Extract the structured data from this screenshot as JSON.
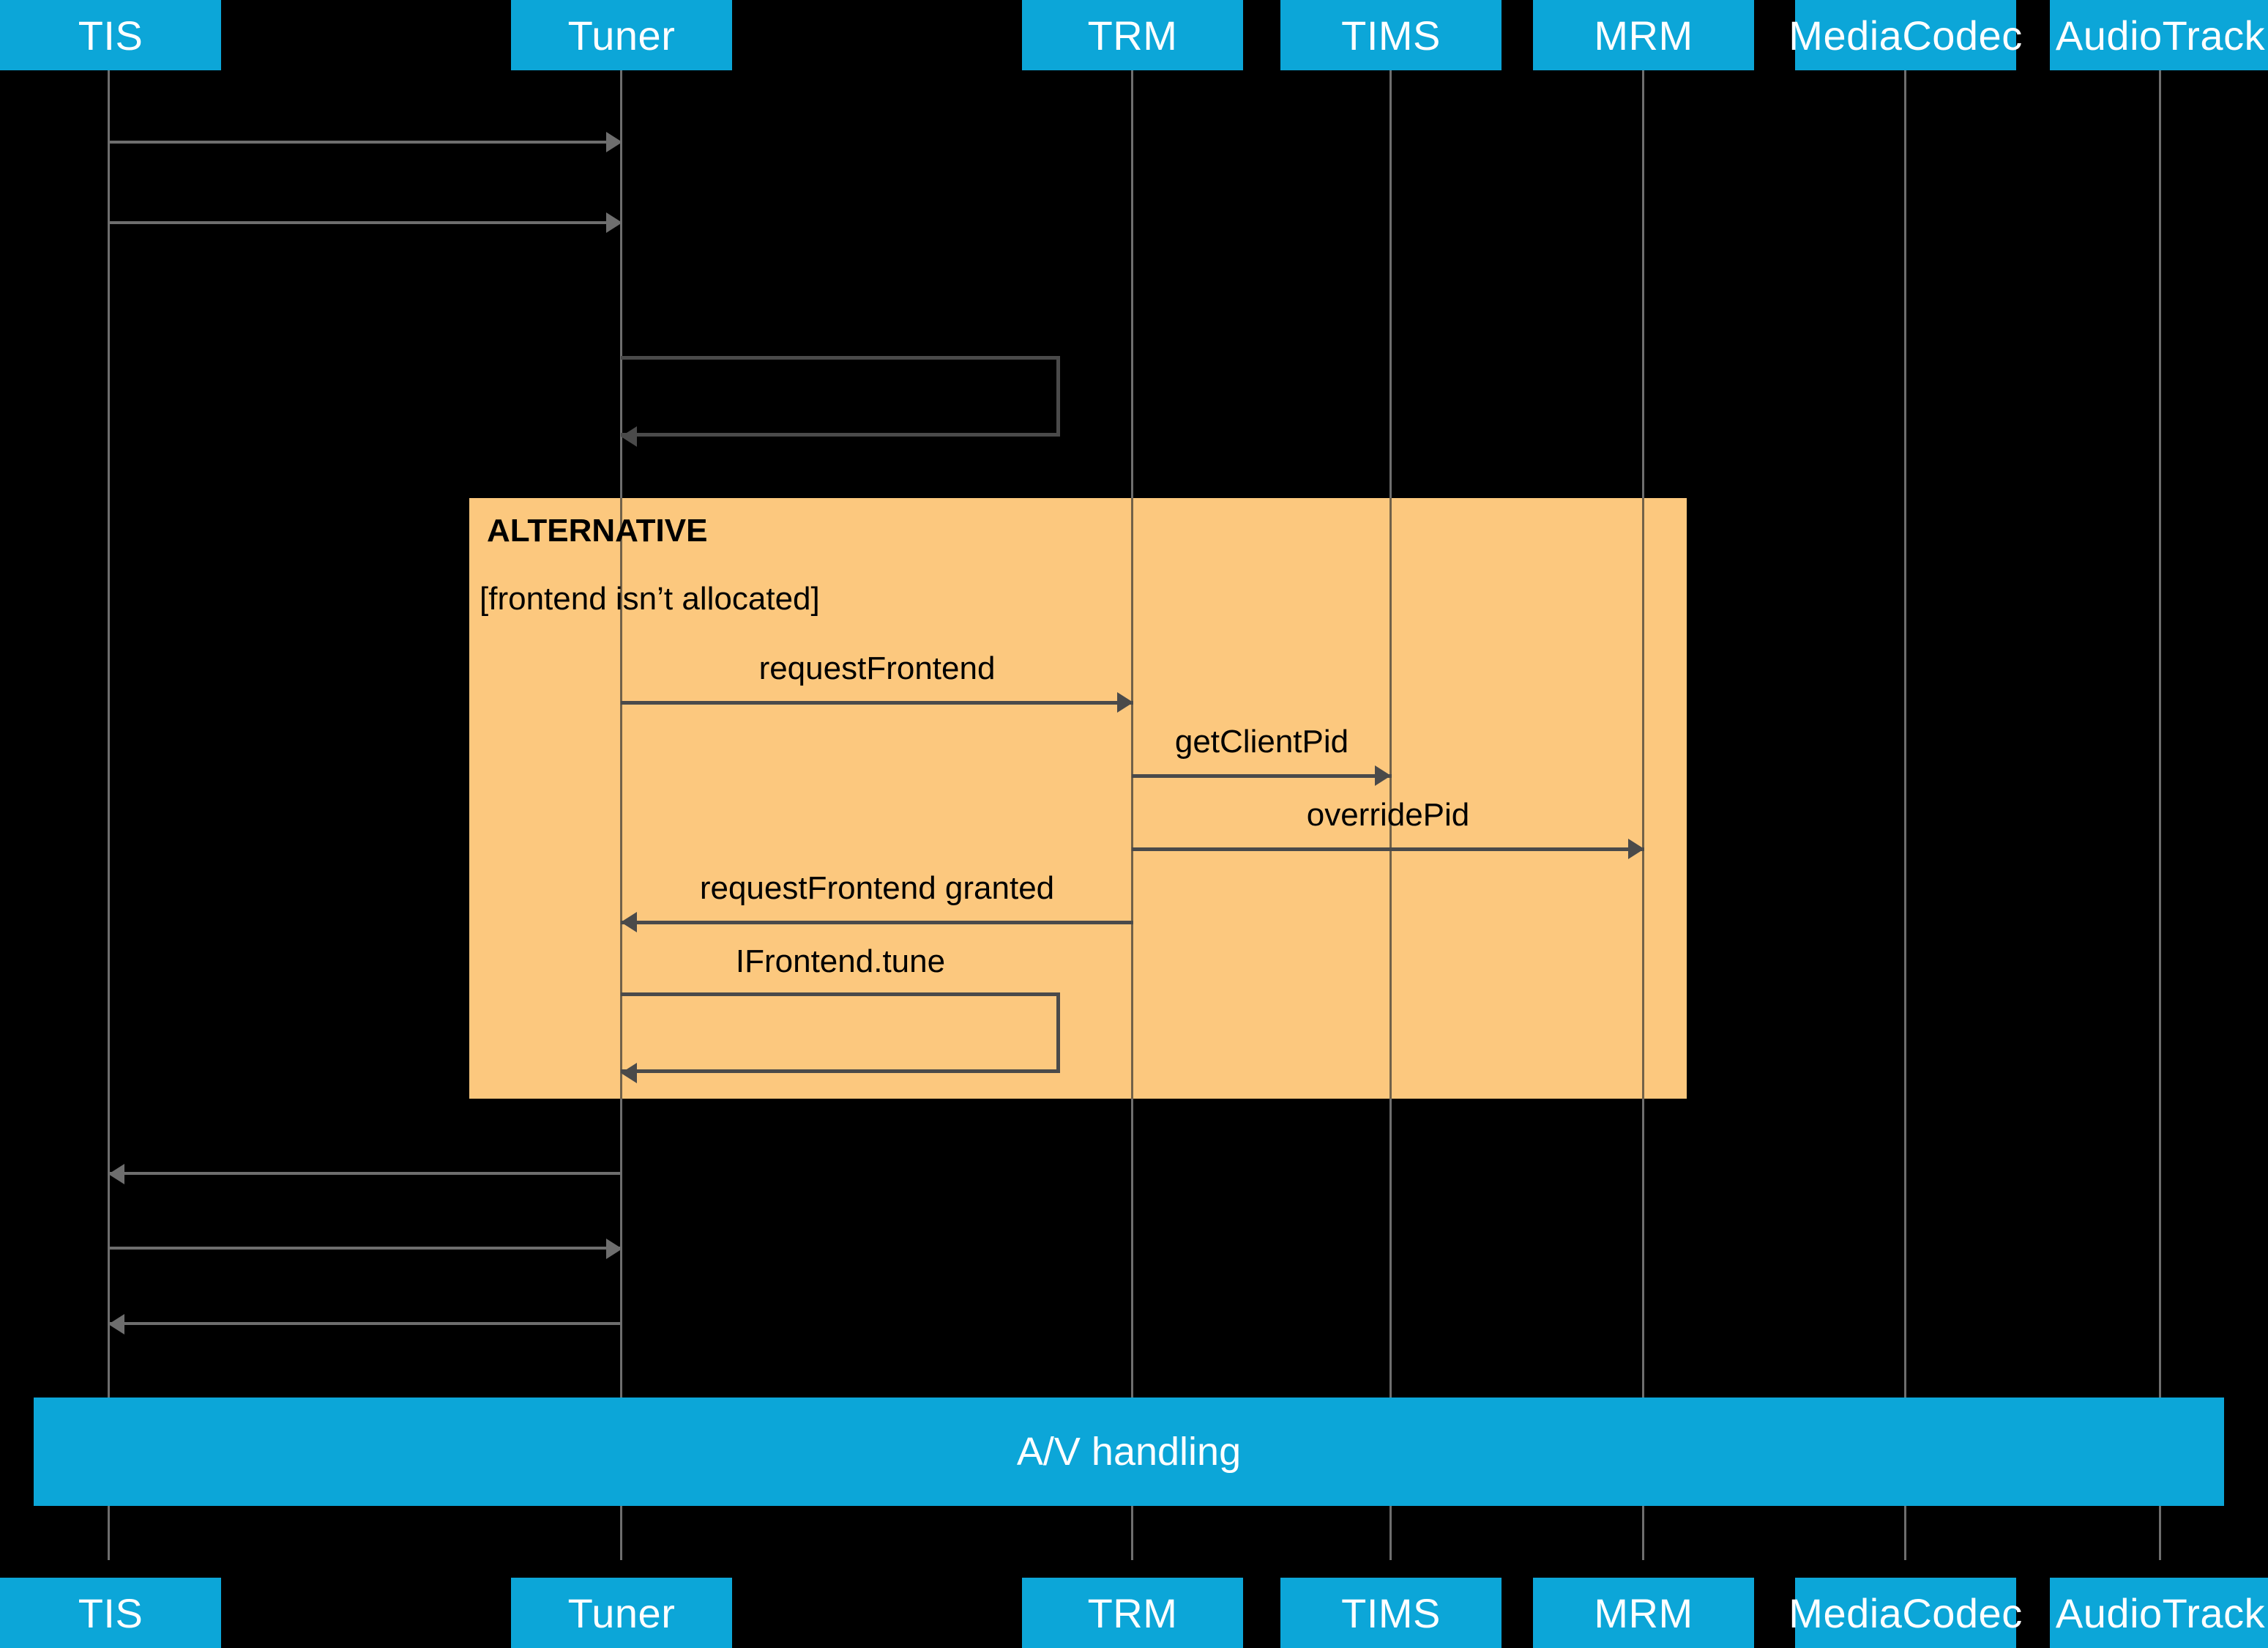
{
  "diagram": {
    "type": "uml-sequence-diagram",
    "background_color": "#000000",
    "participant_color": "#0CA6D8",
    "fragment_color": "#FCC87E",
    "line_color": "#4A4A4A"
  },
  "participants": [
    {
      "id": "tis",
      "label": "TIS"
    },
    {
      "id": "tuner",
      "label": "Tuner"
    },
    {
      "id": "trm",
      "label": "TRM"
    },
    {
      "id": "tims",
      "label": "TIMS"
    },
    {
      "id": "mrm",
      "label": "MRM"
    },
    {
      "id": "mediacodec",
      "label": "MediaCodec"
    },
    {
      "id": "audiotrack",
      "label": "AudioTrack"
    }
  ],
  "fragment": {
    "kind": "ALTERNATIVE",
    "title": "ALTERNATIVE",
    "guard": "[frontend isn’t allocated]"
  },
  "messages": [
    {
      "id": "m1",
      "from": "tis",
      "to": "tuner",
      "label": "",
      "direction": "right"
    },
    {
      "id": "m2",
      "from": "tis",
      "to": "tuner",
      "label": "",
      "direction": "right"
    },
    {
      "id": "m3",
      "from": "tuner",
      "to": "tuner",
      "label": "",
      "direction": "self"
    },
    {
      "id": "m4",
      "from": "tuner",
      "to": "trm",
      "label": "requestFrontend",
      "direction": "right"
    },
    {
      "id": "m5",
      "from": "trm",
      "to": "tims",
      "label": "getClientPid",
      "direction": "right"
    },
    {
      "id": "m6",
      "from": "trm",
      "to": "mrm",
      "label": "overridePid",
      "direction": "right"
    },
    {
      "id": "m7",
      "from": "trm",
      "to": "tuner",
      "label": "requestFrontend granted",
      "direction": "left"
    },
    {
      "id": "m8",
      "from": "tuner",
      "to": "tuner",
      "label": "IFrontend.tune",
      "direction": "self"
    },
    {
      "id": "m9",
      "from": "tuner",
      "to": "tis",
      "label": "",
      "direction": "left"
    },
    {
      "id": "m10",
      "from": "tis",
      "to": "tuner",
      "label": "",
      "direction": "right"
    },
    {
      "id": "m11",
      "from": "tuner",
      "to": "tis",
      "label": "",
      "direction": "left"
    }
  ],
  "reference_bar": {
    "label": "A/V handling"
  }
}
